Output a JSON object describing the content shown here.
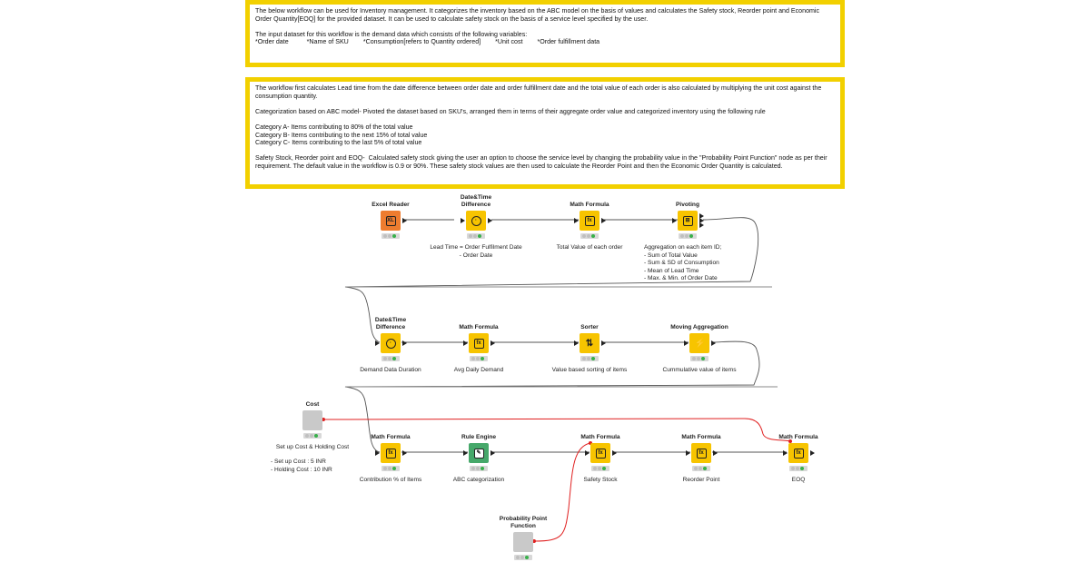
{
  "annotations": {
    "top": {
      "p1": "The below workflow can be used for Inventory management. It categorizes the inventory based on the ABC model on the basis of values and calculates the Safety stock, Reorder point and Economic Order Quantity[EOQ] for the provided dataset. It can be used to calculate safety stock on the basis of a service level specified by the user.",
      "p2": "The input dataset for this workflow is the demand data which consists of the following variables:",
      "vars": [
        "*Order date",
        "*Name of SKU",
        "*Consumption[refers to Quantity ordered]",
        "*Unit cost",
        "*Order fulfillment data"
      ]
    },
    "middle": {
      "p1": "The workflow first calculates Lead time from the date difference between order date and order fulfillment date and the total value of each order is also calculated by multiplying the unit cost against the consumption quantity.",
      "p2": "Categorization based on ABC model- Pivoted the dataset based on SKU's, arranged them in terms of their aggregate order value and categorized inventory using the following rule",
      "p3a": "Category A- Items contributing to 80% of the total value",
      "p3b": "Category B- Items contributing to the next 15% of total value",
      "p3c": "Category C- Items contributing to the last 5% of total value",
      "p4": "Safety Stock, Reorder point and EOQ-  Calculated safety stock giving the user an option to choose the service level by changing the probability value in the \"Probability Point Function\" node as per their requirement. The default value in the workflow is 0.9 or 90%. These safety stock values are then used to calculate the Reorder Point and then the Economic Order Quantity is calculated."
    }
  },
  "nodes": {
    "excel_reader": {
      "title": "Excel Reader",
      "label": ""
    },
    "datetime1": {
      "title": "Date&Time Difference",
      "label": "Lead Time = Order Fulfilment Date\n- Order Date"
    },
    "math1": {
      "title": "Math Formula",
      "label": "Total Value of each order"
    },
    "pivoting": {
      "title": "Pivoting",
      "label": "Aggregation on each item ID;\n- Sum of Total Value\n- Sum & SD of Consumption\n- Mean of Lead Time\n- Max. & Min. of Order Date"
    },
    "datetime2": {
      "title": "Date&Time Difference",
      "label": "Demand Data Duration"
    },
    "math2": {
      "title": "Math Formula",
      "label": "Avg Daily Demand"
    },
    "sorter": {
      "title": "Sorter",
      "label": "Value based sorting of items"
    },
    "moving_agg": {
      "title": "Moving Aggregation",
      "label": "Cummulative value of items"
    },
    "cost": {
      "title": "Cost",
      "label": "Set up Cost & Holding Cost",
      "detail1": "- Set up Cost : 5 INR",
      "detail2": "- Holding Cost : 10 INR"
    },
    "math3": {
      "title": "Math Formula",
      "label": "Contribution % of Items"
    },
    "rule_engine": {
      "title": "Rule Engine",
      "label": "ABC categorization"
    },
    "math4": {
      "title": "Math Formula",
      "label": "Safety Stock"
    },
    "math5": {
      "title": "Math Formula",
      "label": "Reorder Point"
    },
    "math6": {
      "title": "Math Formula",
      "label": "EOQ"
    },
    "ppf": {
      "title": "Probability Point Function",
      "label": ""
    }
  },
  "colors": {
    "annotation_border": "#f2d000",
    "math": "#f7c400",
    "excel": "#ee7c2f",
    "rule": "#46a86a",
    "variable_wire": "#e02020"
  }
}
